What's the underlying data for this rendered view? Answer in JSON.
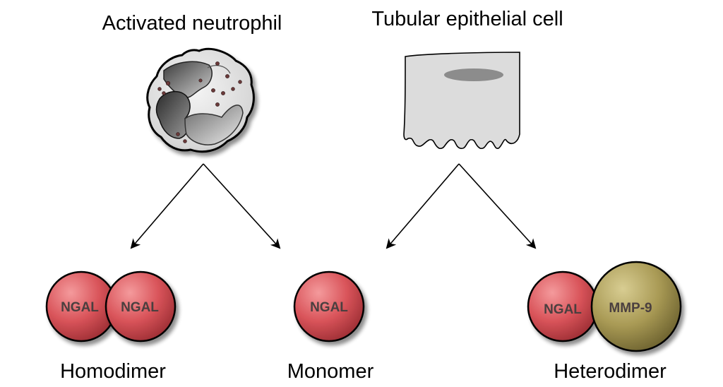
{
  "sources": {
    "neutrophil": {
      "title": "Activated neutrophil"
    },
    "epithelial": {
      "title": "Tubular epithelial cell"
    }
  },
  "forms": {
    "homodimer": {
      "label": "Homodimer",
      "sphere_a": "NGAL",
      "sphere_b": "NGAL"
    },
    "monomer": {
      "label": "Monomer",
      "sphere": "NGAL"
    },
    "heterodimer": {
      "label": "Heterodimer",
      "sphere_ngal": "NGAL",
      "sphere_mmp": "MMP-9"
    }
  },
  "colors": {
    "ngal": "#d9545a",
    "mmp9": "#a99a55",
    "outline": "#000000",
    "cell_fill": "#dcdcdc",
    "nucleus": "#8c8c8c"
  }
}
